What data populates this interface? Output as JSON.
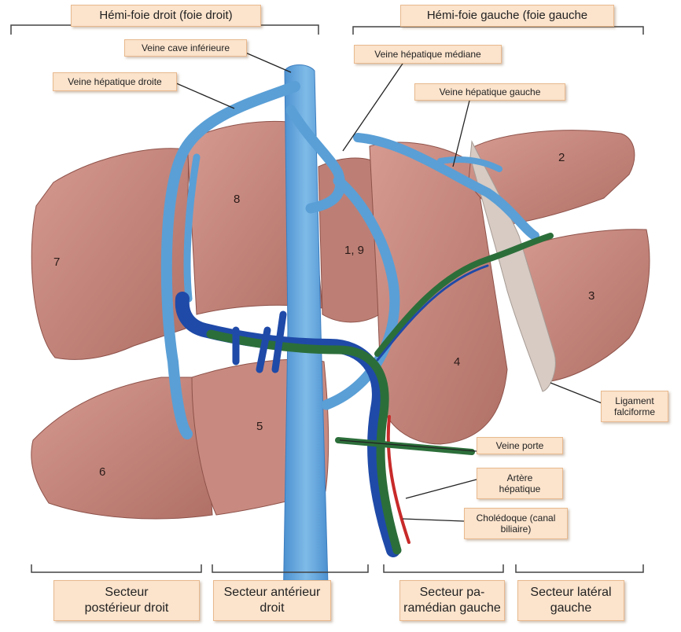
{
  "headers": {
    "right_liver": "Hémi-foie droit (foie droit)",
    "left_liver": "Hémi-foie gauche (foie gauche"
  },
  "structures": {
    "ivc": "Veine cave inférieure",
    "right_hepatic_vein": "Veine hépatique droite",
    "middle_hepatic_vein": "Veine hépatique médiane",
    "left_hepatic_vein": "Veine hépatique gauche",
    "falciform_ligament": "Ligament\nfalciforme",
    "portal_vein": "Veine porte",
    "hepatic_artery": "Artère\nhépatique",
    "bile_duct": "Cholédoque (canal\nbiliaire)"
  },
  "segments": {
    "s1_9": "1, 9",
    "s2": "2",
    "s3": "3",
    "s4": "4",
    "s5": "5",
    "s6": "6",
    "s7": "7",
    "s8": "8"
  },
  "sectors": {
    "right_posterior": "Secteur\npostérieur droit",
    "right_anterior": "Secteur antérieur\ndroit",
    "left_paramedian": "Secteur pa-\nramédian gauche",
    "left_lateral": "Secteur latéral\ngauche"
  },
  "colors": {
    "liver": "#c4847a",
    "vein": "#5a9fd6",
    "portal": "#2c6e3a",
    "artery": "#c82a2a",
    "duct": "#1f4aa8",
    "label_bg": "#fbe3cc"
  }
}
